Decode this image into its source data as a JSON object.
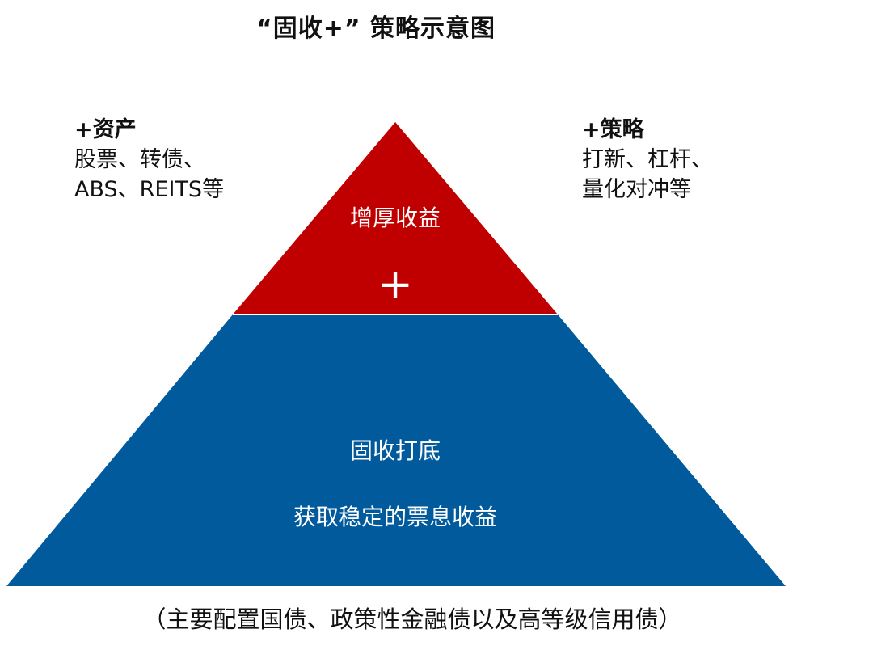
{
  "title": "“固收+” 策略示意图",
  "left_note": {
    "heading": "+资产",
    "lines": [
      "股票、转债、",
      "ABS、REITS等"
    ]
  },
  "right_note": {
    "heading": "+策略",
    "lines": [
      "打新、杠杆、",
      "量化对冲等"
    ]
  },
  "pyramid": {
    "top_tier": {
      "label": "增厚收益",
      "symbol": "+",
      "color": "#C00000"
    },
    "base_tier": {
      "label_line1": "固收打底",
      "label_line2": "获取稳定的票息收益",
      "color": "#005A9C"
    }
  },
  "footnote": "（主要配置国债、政策性金融债以及高等级信用债）"
}
